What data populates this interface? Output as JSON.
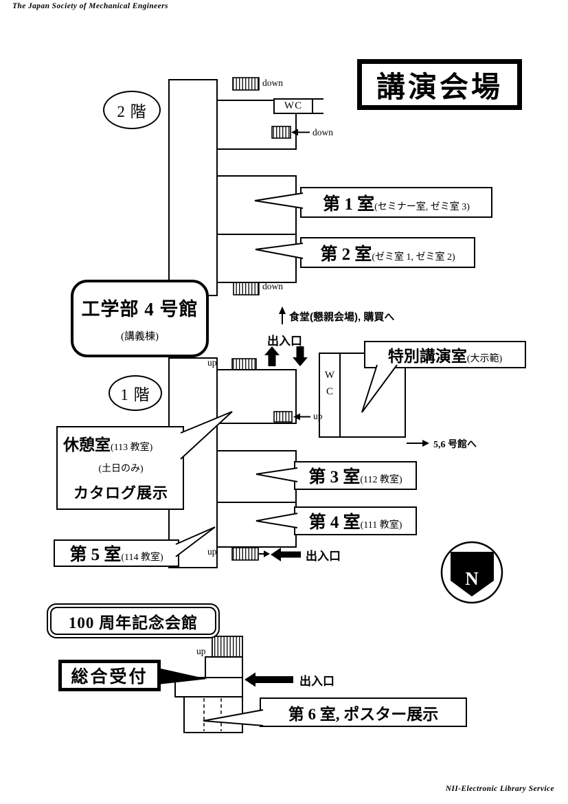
{
  "page": {
    "header": "The Japan Society of Mechanical Engineers",
    "footer": "NII-Electronic Library Service"
  },
  "title": "講演会場",
  "floor2": "2 階",
  "floor1": "1 階",
  "building4": {
    "name": "工学部 4 号館",
    "subtitle": "(講義棟)"
  },
  "labels": {
    "down": "down",
    "up": "up",
    "wc": "WC",
    "wc_w": "W",
    "wc_c": "C",
    "entrance": "出入口",
    "to_cafeteria": "食堂(懇親会場), 購買へ",
    "to_bldg56": "5,6 号館へ",
    "north": "N"
  },
  "rooms": {
    "room1": {
      "name": "第 1 室",
      "detail": "(セミナー室, ゼミ室 3)"
    },
    "room2": {
      "name": "第 2 室",
      "detail": "(ゼミ室 1, ゼミ室 2)"
    },
    "room3": {
      "name": "第 3 室",
      "detail": "(112 教室)"
    },
    "room4": {
      "name": "第 4 室",
      "detail": "(111 教室)"
    },
    "room5": {
      "name": "第 5 室",
      "detail": "(114 教室)"
    },
    "room6": {
      "name": "第 6 室, ポスター展示"
    },
    "special": {
      "name": "特別講演室",
      "detail": "(大示範)"
    },
    "lounge": {
      "name": "休憩室",
      "detail": "(113 教室)",
      "note": "(土日のみ)",
      "catalog": "カタログ展示"
    }
  },
  "memorial": {
    "name": "100 周年記念会館",
    "reception": "総合受付"
  }
}
